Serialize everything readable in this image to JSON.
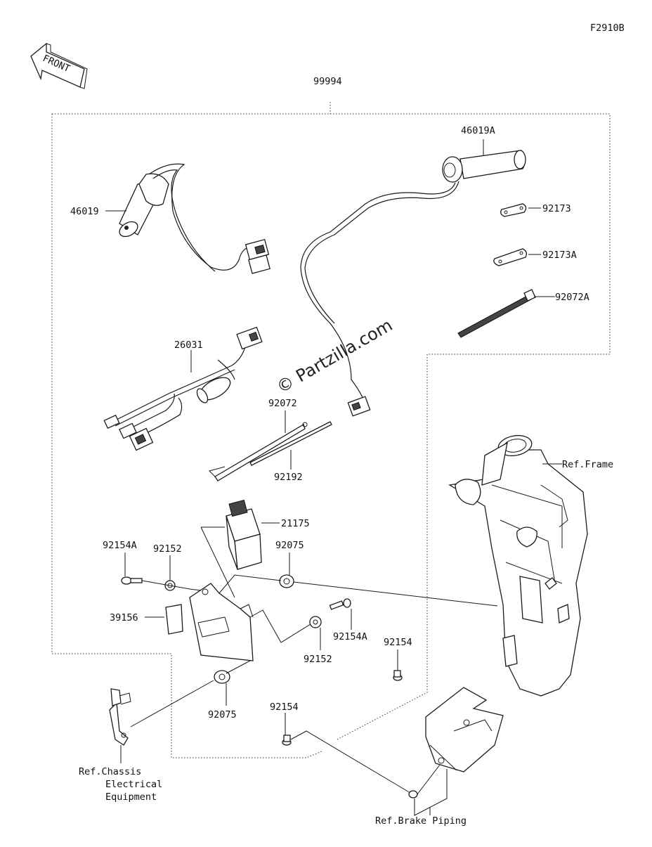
{
  "diagram": {
    "code": "F2910B",
    "front_label": "FRONT",
    "watermark": "© Partzilla.com",
    "parts": {
      "p99994": "99994",
      "p46019A": "46019A",
      "p46019": "46019",
      "p92173": "92173",
      "p92173A": "92173A",
      "p92072A": "92072A",
      "p26031": "26031",
      "p92072": "92072",
      "p92192": "92192",
      "p21175": "21175",
      "p92154A_left": "92154A",
      "p92152_left": "92152",
      "p92075_top": "92075",
      "p39156": "39156",
      "p92154A_right": "92154A",
      "p92152_right": "92152",
      "p92154_mid": "92154",
      "p92075_bottom": "92075",
      "p92154_bottom": "92154"
    },
    "refs": {
      "frame": "Ref.Frame",
      "chassis_1": "Ref.Chassis",
      "chassis_2": "Electrical",
      "chassis_3": "Equipment",
      "brake": "Ref.Brake Piping"
    }
  }
}
